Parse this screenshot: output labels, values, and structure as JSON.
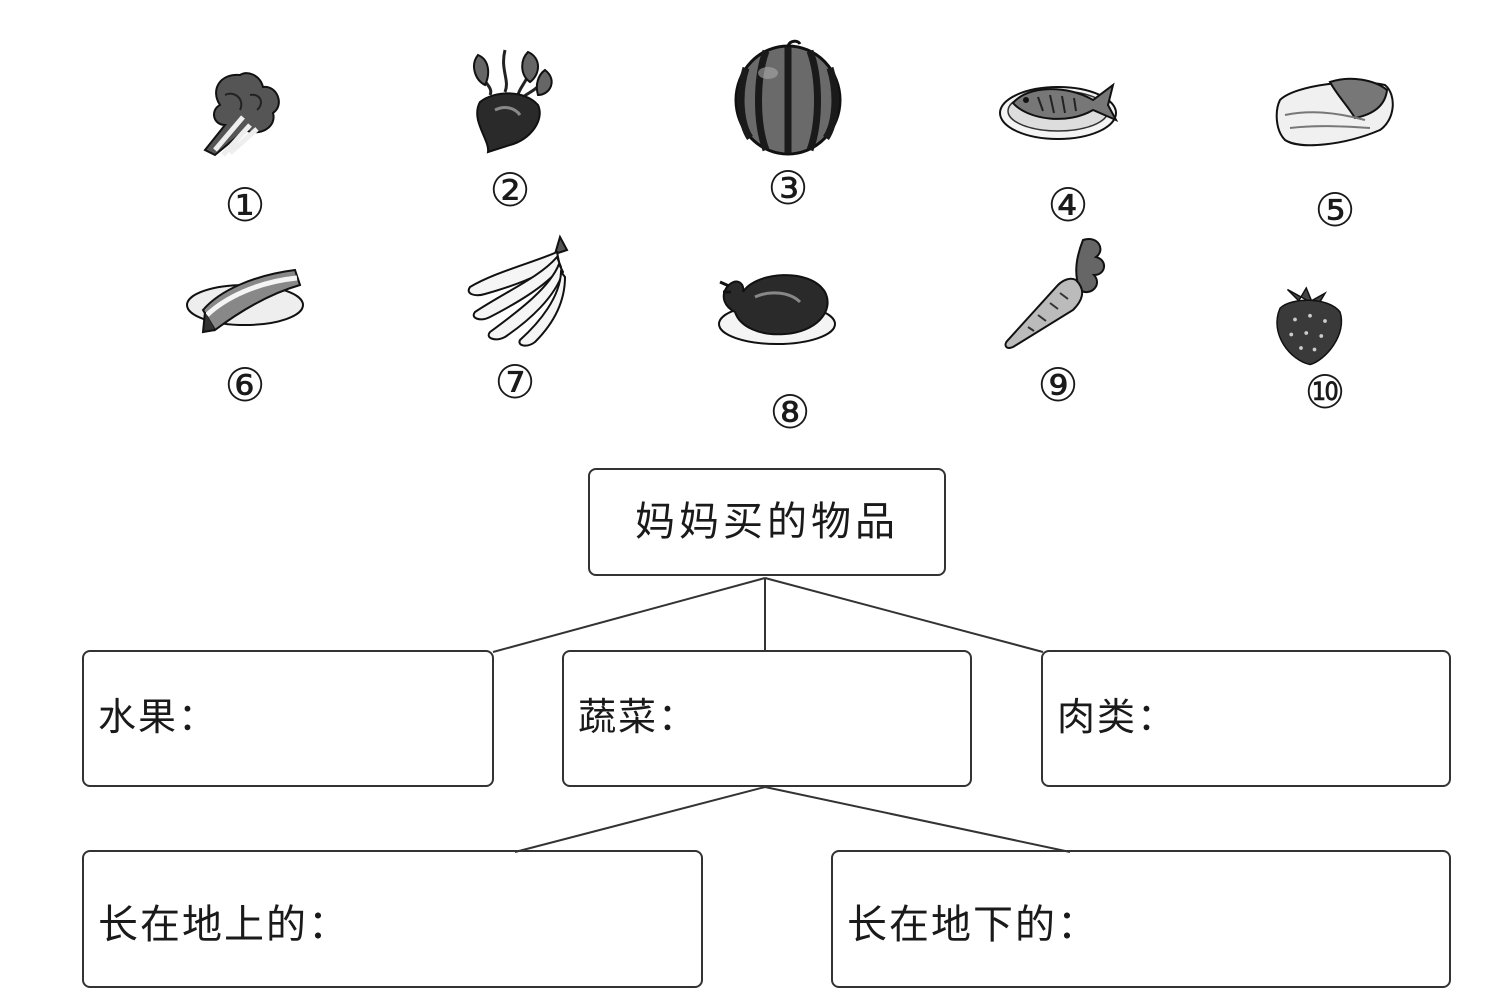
{
  "items": [
    {
      "number": "①",
      "icon": "bok-choy-icon"
    },
    {
      "number": "②",
      "icon": "beet-icon"
    },
    {
      "number": "③",
      "icon": "watermelon-icon"
    },
    {
      "number": "④",
      "icon": "fish-on-plate-icon"
    },
    {
      "number": "⑤",
      "icon": "chinese-cabbage-icon"
    },
    {
      "number": "⑥",
      "icon": "meat-slices-icon"
    },
    {
      "number": "⑦",
      "icon": "banana-icon"
    },
    {
      "number": "⑧",
      "icon": "roast-chicken-icon"
    },
    {
      "number": "⑨",
      "icon": "carrot-icon"
    },
    {
      "number": "⑩",
      "icon": "strawberry-icon"
    }
  ],
  "tree": {
    "root": "妈妈买的物品",
    "fruit": "水果：",
    "vegetable": "蔬菜：",
    "meat": "肉类：",
    "above_ground": "长在地上的：",
    "below_ground": "长在地下的："
  }
}
